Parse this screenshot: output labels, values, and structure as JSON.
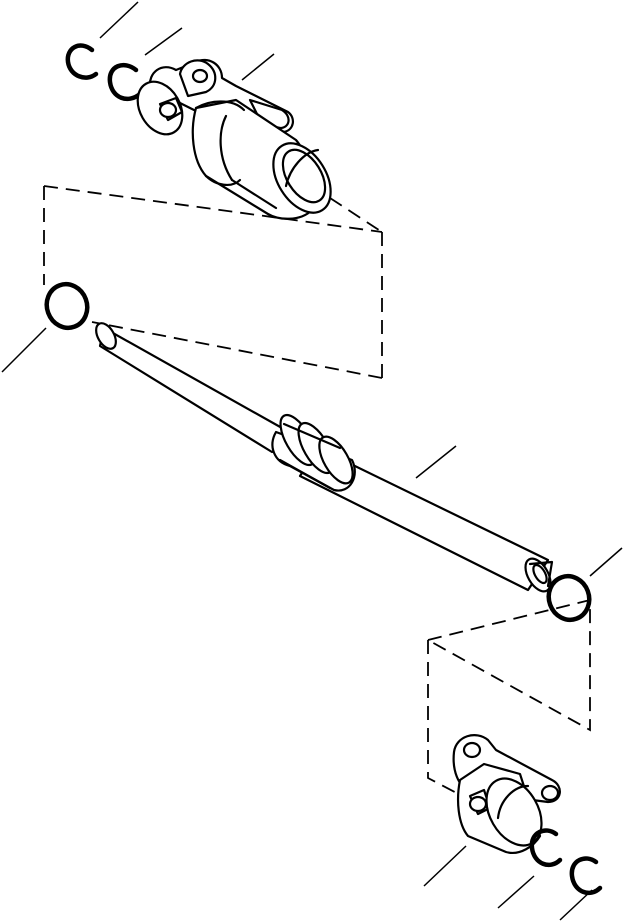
{
  "diagram": {
    "type": "exploded-parts-drawing",
    "line_color": "#000000",
    "background_color": "#ffffff",
    "parts": [
      {
        "name": "retaining-ring-upper-outer",
        "callout": ""
      },
      {
        "name": "retaining-ring-upper-inner",
        "callout": ""
      },
      {
        "name": "upper-pivot-housing",
        "callout": ""
      },
      {
        "name": "upper-o-ring",
        "callout": ""
      },
      {
        "name": "pivot-shaft",
        "callout": ""
      },
      {
        "name": "lower-o-ring",
        "callout": ""
      },
      {
        "name": "lower-pivot-housing",
        "callout": ""
      },
      {
        "name": "retaining-ring-lower-inner",
        "callout": ""
      },
      {
        "name": "retaining-ring-lower-outer",
        "callout": ""
      }
    ]
  }
}
